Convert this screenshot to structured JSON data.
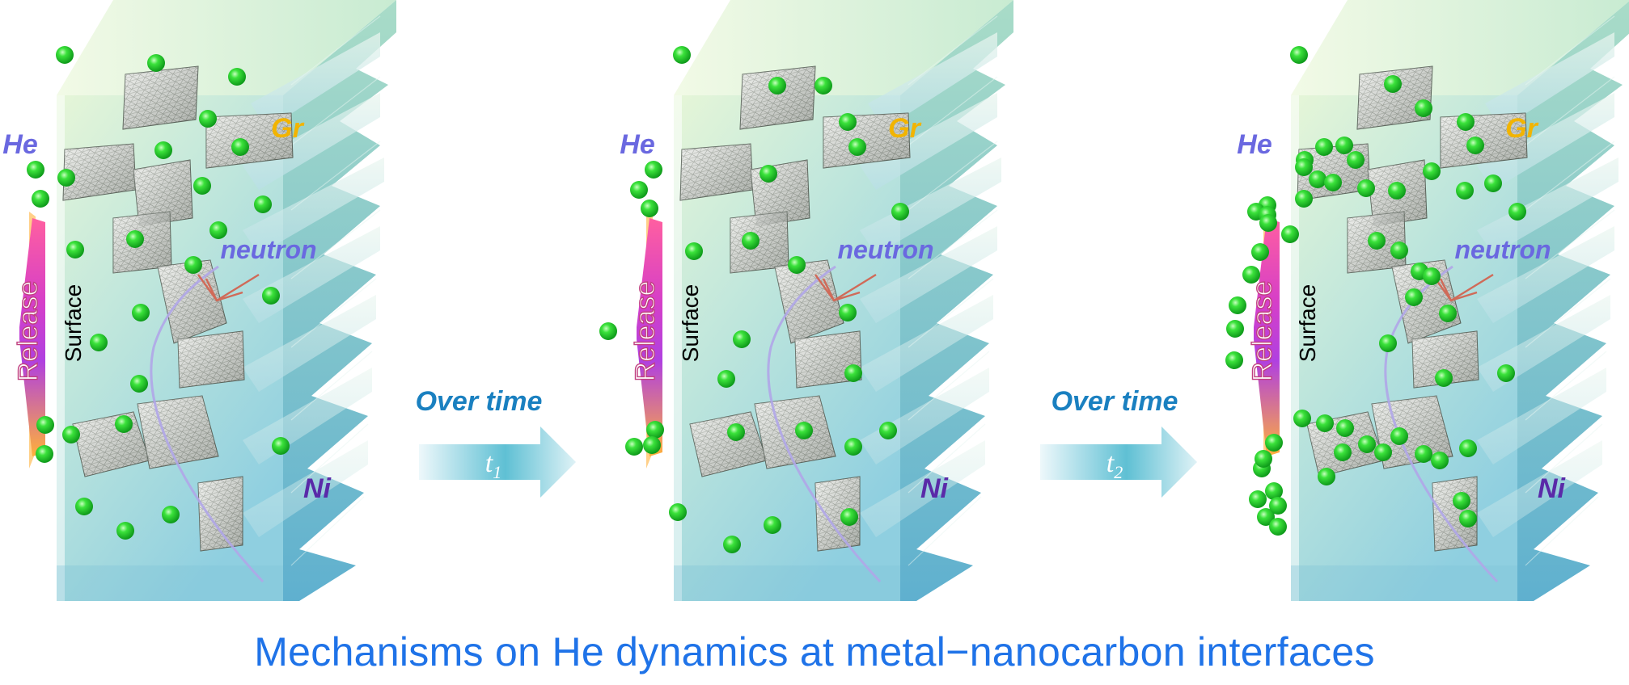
{
  "figure": {
    "caption": "Mechanisms on He dynamics at metal−nanocarbon interfaces"
  },
  "panels": [
    {
      "id": "panel-1",
      "labels": {
        "gas": "He",
        "graphene": "Gr",
        "particle": "neutron",
        "surface": "Surface",
        "release": "Release",
        "metal": "Ni"
      }
    },
    {
      "id": "panel-2",
      "labels": {
        "gas": "He",
        "graphene": "Gr",
        "particle": "neutron",
        "surface": "Surface",
        "release": "Release",
        "metal": "Ni"
      }
    },
    {
      "id": "panel-3",
      "labels": {
        "gas": "He",
        "graphene": "Gr",
        "particle": "neutron",
        "surface": "Surface",
        "release": "Release",
        "metal": "Ni"
      }
    }
  ],
  "arrows": [
    {
      "id": "arrow-1",
      "label": "Over time",
      "time_symbol": "t",
      "time_subscript": "1"
    },
    {
      "id": "arrow-2",
      "label": "Over time",
      "time_symbol": "t",
      "time_subscript": "2"
    }
  ],
  "colors": {
    "helium": "#33e033",
    "he_label": "#6a68e0",
    "gr_label": "#f2b400",
    "neutron_label": "#6a68e0",
    "ni_label": "#5a2aa8",
    "over_time": "#1a80c0",
    "caption": "#1f73e8"
  },
  "icons": [
    "helium-atom-icon",
    "graphene-sheet-icon",
    "neutron-track-icon",
    "time-arrow-icon",
    "release-gradient-icon"
  ]
}
